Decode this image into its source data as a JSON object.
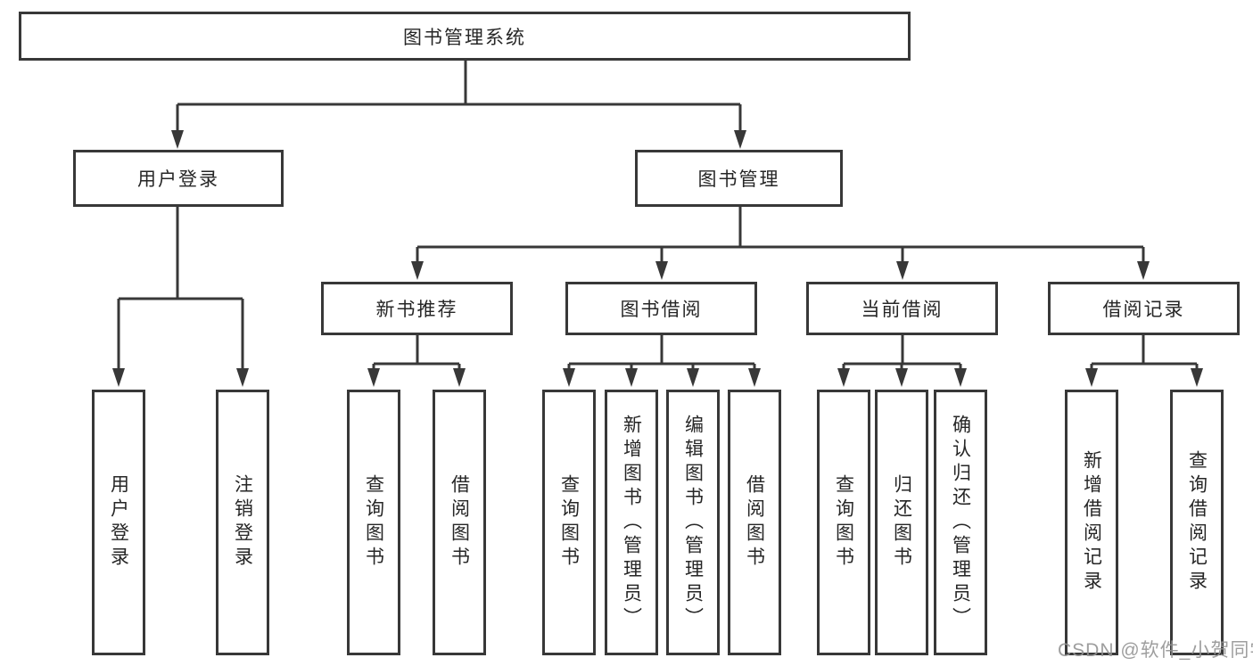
{
  "diagram": {
    "title": {
      "label": "图书管理系统"
    },
    "level2": [
      {
        "label": "用户登录"
      },
      {
        "label": "图书管理"
      }
    ],
    "level3": [
      {
        "label": "新书推荐"
      },
      {
        "label": "图书借阅"
      },
      {
        "label": "当前借阅"
      },
      {
        "label": "借阅记录"
      }
    ],
    "leaves": {
      "user_login": [
        {
          "label": "用户登录"
        },
        {
          "label": "注销登录"
        }
      ],
      "new_book_recommend": [
        {
          "label": "查询图书"
        },
        {
          "label": "借阅图书"
        }
      ],
      "book_borrow": [
        {
          "label": "查询图书"
        },
        {
          "label": "新增图书（管理员）"
        },
        {
          "label": "编辑图书（管理员）"
        },
        {
          "label": "借阅图书"
        }
      ],
      "current_borrow": [
        {
          "label": "查询图书"
        },
        {
          "label": "归还图书"
        },
        {
          "label": "确认归还（管理员）"
        }
      ],
      "borrow_record": [
        {
          "label": "新增借阅记录"
        },
        {
          "label": "查询借阅记录"
        }
      ]
    }
  },
  "watermark": {
    "text": "CSDN @软件_小贺同学"
  },
  "colors": {
    "line": "#383838",
    "box_border": "#383838",
    "text": "#262626",
    "watermark": "#949494",
    "background": "#ffffff"
  }
}
